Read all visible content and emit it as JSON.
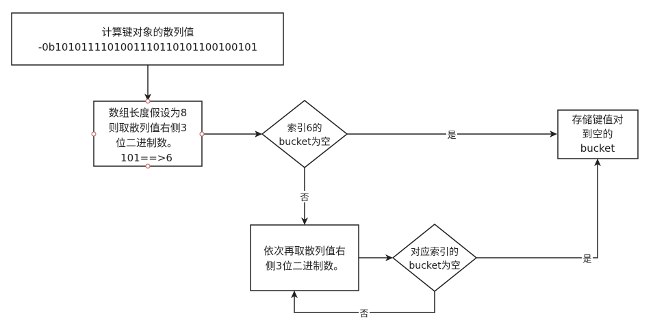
{
  "nodes": {
    "hash": {
      "lines": [
        "计算键对象的散列值",
        "-0b1010111101001110110101100100101"
      ]
    },
    "length": {
      "lines": [
        "数组长度假设为8",
        "则取散列值右侧3",
        "位二进制数。",
        "101==>6"
      ]
    },
    "bucket6": {
      "lines": [
        "索引6的",
        "bucket为空"
      ]
    },
    "store": {
      "lines": [
        "存储键值对",
        "到空的",
        "bucket"
      ]
    },
    "next": {
      "lines": [
        "依次再取散列值右",
        "侧3位二进制数。"
      ]
    },
    "bucketN": {
      "lines": [
        "对应索引的",
        "bucket为空"
      ]
    }
  },
  "edges": {
    "yes1": "是",
    "no1": "否",
    "yes2": "是",
    "no2": "否"
  },
  "colors": {
    "stroke": "#222222",
    "text": "#222222",
    "anchor": "#b85450",
    "background": "#ffffff"
  }
}
